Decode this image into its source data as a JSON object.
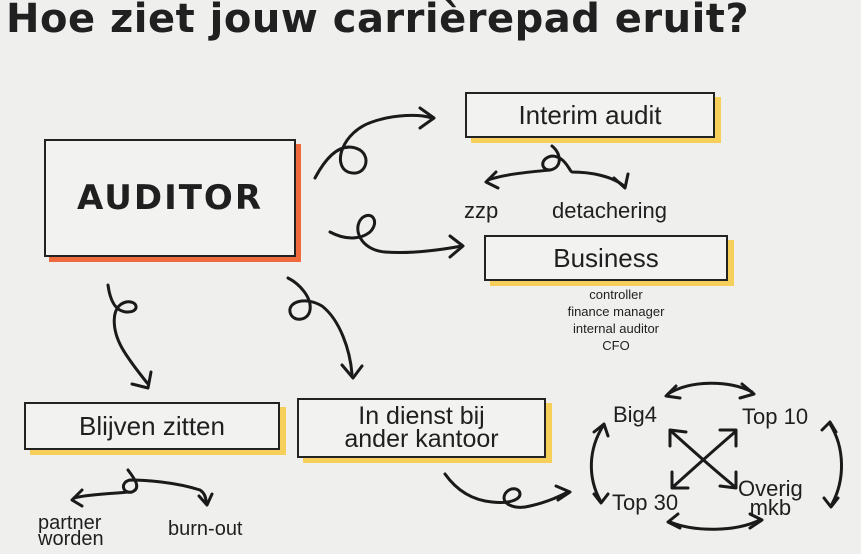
{
  "title": "Hoe ziet jouw carrièrepad eruit?",
  "nodes": {
    "auditor": "AUDITOR",
    "interim_audit": "Interim audit",
    "business": "Business",
    "blijven_zitten": "Blijven zitten",
    "in_dienst": "In dienst bij\nander kantoor"
  },
  "interim_options": [
    "zzp",
    "detachering"
  ],
  "business_roles": [
    "controller",
    "finance manager",
    "internal auditor",
    "CFO"
  ],
  "blijven_options": [
    "partner\nworden",
    "burn-out"
  ],
  "firms": [
    "Big4",
    "Top 10",
    "Top 30",
    "Overig\nmkb"
  ],
  "colors": {
    "accent_yellow": "#f6cf5a",
    "accent_orange": "#ee6a3c",
    "ink": "#1f1f1f"
  }
}
